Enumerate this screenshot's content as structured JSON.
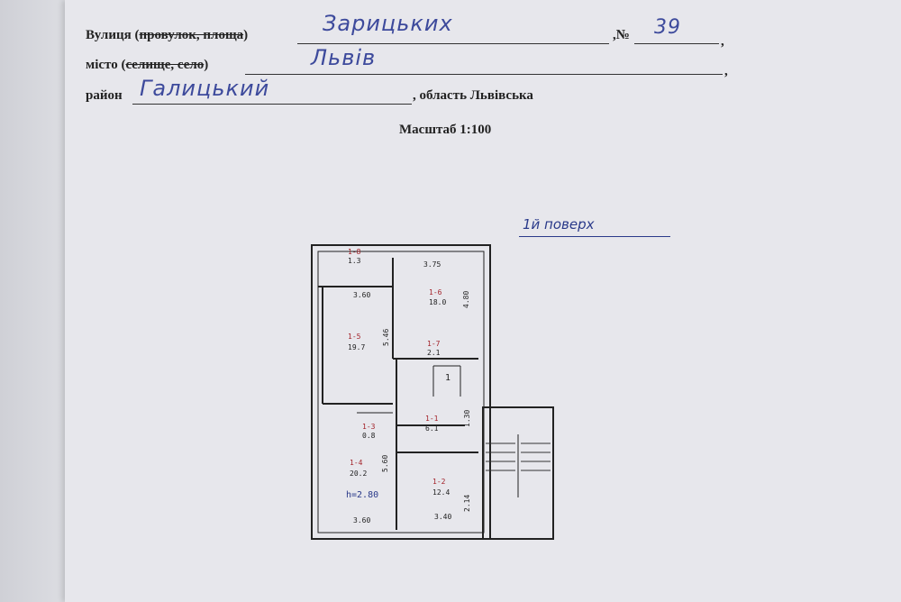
{
  "form": {
    "street_label": "Вулиця (",
    "street_struck": "провулок, площа",
    "street_close": ")",
    "street_value": "Зарицьких",
    "number_label": ",№",
    "number_value": "39",
    "city_label": "місто (",
    "city_struck": "селище, село",
    "city_close": ")",
    "city_value": "Львів",
    "district_label": "район",
    "district_value": "Галицький",
    "region_text": ", область Львівська",
    "trailing_comma": ","
  },
  "scale": "Масштаб 1:100",
  "floor_note": "1й поверх",
  "rooms": {
    "r8_id": "1-8",
    "r8_area": "1.3",
    "r6_id": "1-6",
    "r6_area": "18.0",
    "r5_id": "1-5",
    "r5_area": "19.7",
    "r7_id": "1-7",
    "r7_area": "2.1",
    "r3_id": "1-3",
    "r3_area": "0.8",
    "r1_id": "1-1",
    "r1_area": "6.1",
    "r4_id": "1-4",
    "r4_area": "20.2",
    "r2_id": "1-2",
    "r2_area": "12.4"
  },
  "dimensions": {
    "d_375": "3.75",
    "d_360_top": "3.60",
    "d_480": "4.80",
    "d_546": "5.46",
    "d_130": "1.30",
    "d_560": "5.60",
    "d_214": "2.14",
    "d_360_bottom": "3.60",
    "d_340": "3.40",
    "height": "h=2.80"
  },
  "marks": {
    "wc": "1"
  }
}
